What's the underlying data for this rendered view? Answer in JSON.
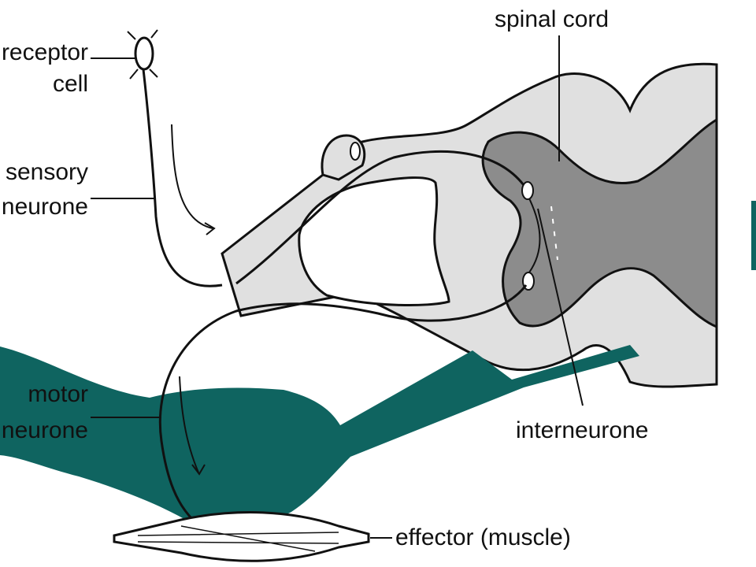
{
  "labels": {
    "spinal_cord": "spinal cord",
    "receptor_1": "receptor",
    "receptor_2": "cell",
    "sensory_1": "sensory",
    "sensory_2": "neurone",
    "motor_1": "motor",
    "motor_2": "neurone",
    "interneurone": "interneurone",
    "effector": "effector (muscle)"
  },
  "colors": {
    "background": "#ffffff",
    "grey_matter": "#8c8c8c",
    "white_matter": "#e0e0e0",
    "arm": "#0f6460",
    "line": "#111111"
  }
}
